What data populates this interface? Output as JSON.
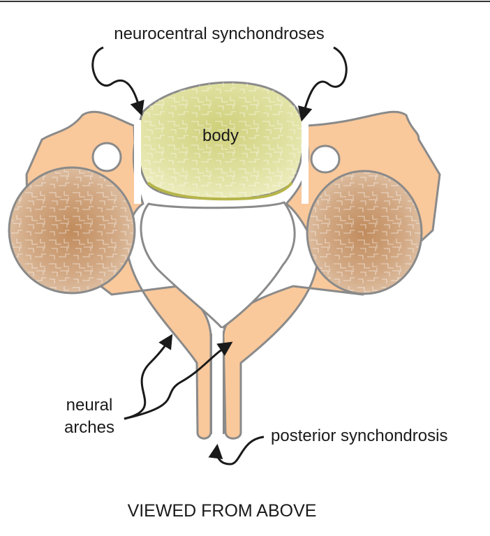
{
  "labels": {
    "neurocentral": "neurocentral synchondroses",
    "body": "body",
    "neural_line1": "neural",
    "neural_line2": "arches",
    "posterior": "posterior synchondrosis"
  },
  "caption": "VIEWED FROM ABOVE",
  "colors": {
    "arch_fill": "#f9c89b",
    "body_fill": "#dfe09a",
    "facet_fill": "#d8b99a",
    "outline": "#8a8a8a",
    "arrow": "#1a1a1a"
  }
}
